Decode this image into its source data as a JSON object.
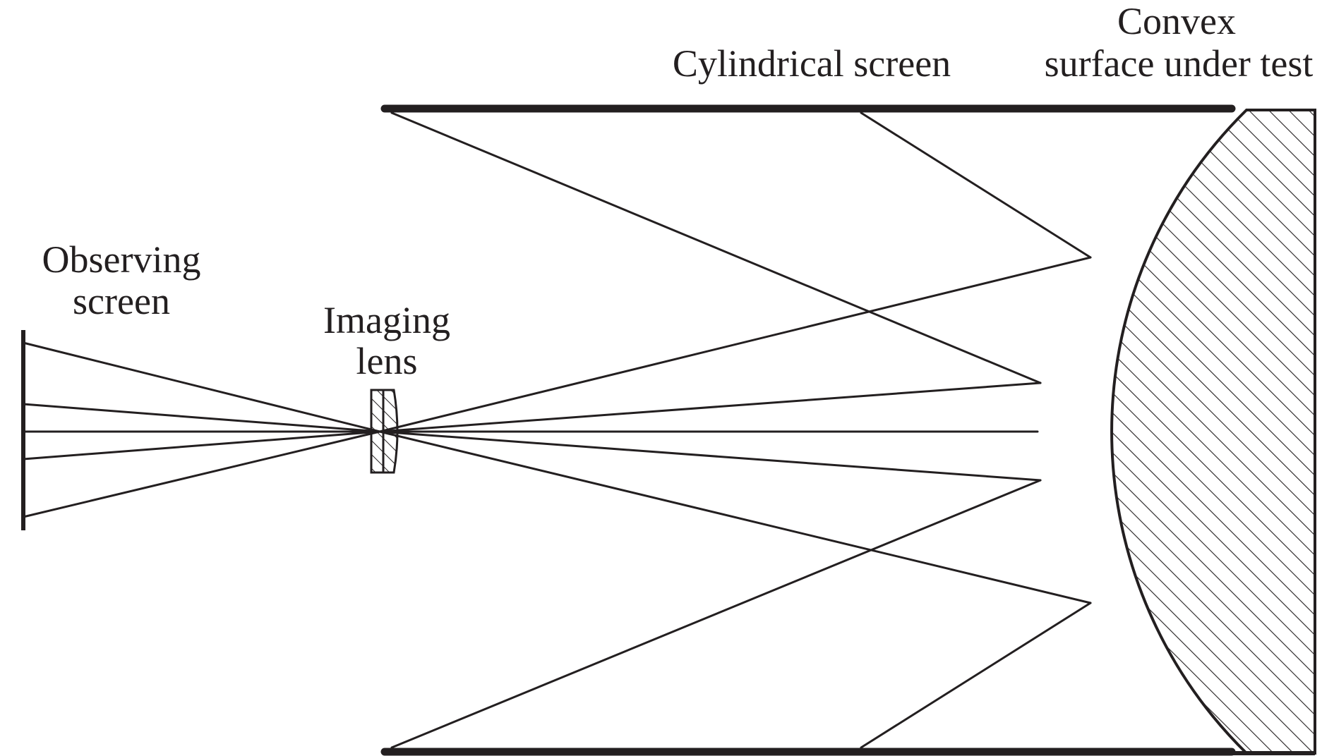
{
  "labels": {
    "cylindrical_screen": "Cylindrical screen",
    "convex_line1": "Convex",
    "convex_line2": "surface under test",
    "observing_line1": "Observing",
    "observing_line2": "screen",
    "imaging_line1": "Imaging",
    "imaging_line2": "lens"
  },
  "colors": {
    "ink": "#231f20",
    "background": "#ffffff"
  }
}
